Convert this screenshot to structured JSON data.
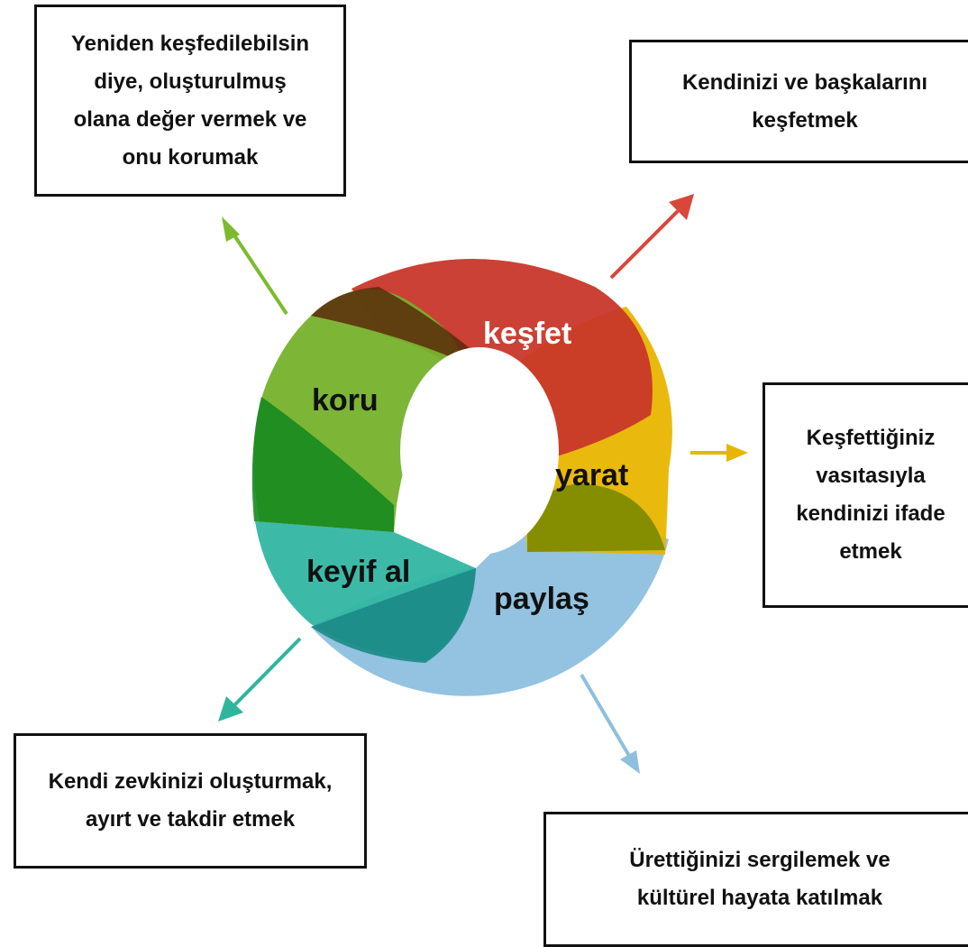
{
  "cycle": {
    "segments": {
      "discover": {
        "label": "keşfet",
        "color": "#c8372a"
      },
      "create": {
        "label": "yarat",
        "color": "#e8b500"
      },
      "share": {
        "label": "paylaş",
        "color": "#8dc0de"
      },
      "enjoy": {
        "label": "keyif al",
        "color": "#32b6a2"
      },
      "preserve": {
        "label": "koru",
        "color": "#76b12c"
      }
    }
  },
  "boxes": {
    "preserve": "Yeniden keşfedilebilsin\ndiye, oluşturulmuş\nolana değer vermek ve\nonu korumak",
    "discover": "Kendinizi ve başkalarını\nkeşfetmek",
    "create": "Keşfettiğiniz\nvasıtasıyla\nkendinizi ifade\netmek",
    "share": "Ürettiğinizi sergilemek ve\nkültürel hayata katılmak",
    "enjoy": "Kendi zevkinizi oluşturmak,\nayırt ve takdir etmek"
  }
}
